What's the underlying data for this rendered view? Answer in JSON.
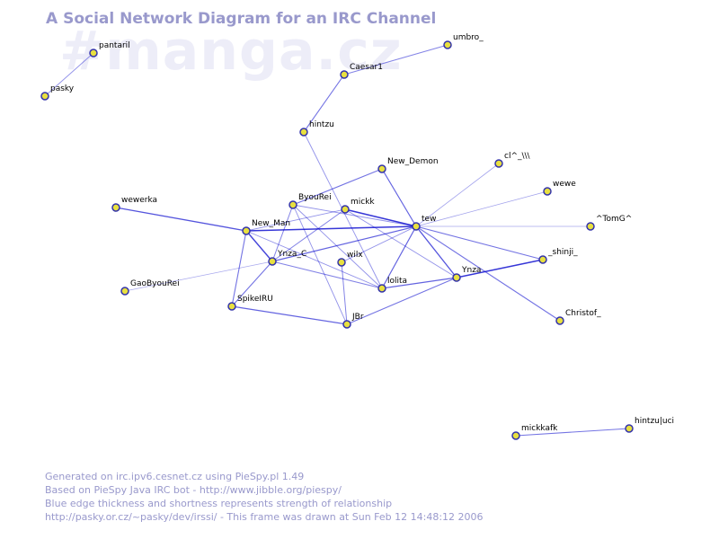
{
  "title": "A Social Network Diagram for an IRC Channel",
  "channel_watermark": "#manga.cz",
  "footer_lines": [
    "Generated on irc.ipv6.cesnet.cz using PieSpy.pl 1.49",
    "Based on PieSpy Java IRC bot - http://www.jibble.org/piespy/",
    "Blue edge thickness and shortness represents strength of relationship",
    "http://pasky.or.cz/~pasky/dev/irssi/ - This frame was drawn at Sun Feb 12 14:48:12 2006"
  ],
  "colors": {
    "node_fill": "#e8e040",
    "node_stroke": "#3333aa",
    "edge": "#0000cc",
    "text": "#9999cc"
  },
  "nodes": [
    {
      "id": "pantaril",
      "label": "pantaril"
    },
    {
      "id": "pasky",
      "label": "pasky"
    },
    {
      "id": "umbro_",
      "label": "umbro_"
    },
    {
      "id": "Caesar1",
      "label": "Caesar1"
    },
    {
      "id": "hintzu",
      "label": "hintzu"
    },
    {
      "id": "New_Demon",
      "label": "New_Demon"
    },
    {
      "id": "cl^_\\\\\\",
      "label": "cl^_\\\\\\"
    },
    {
      "id": "wewe",
      "label": "wewe"
    },
    {
      "id": "wewerka",
      "label": "wewerka"
    },
    {
      "id": "ByouRei",
      "label": "ByouRei"
    },
    {
      "id": "mickk",
      "label": "mickk"
    },
    {
      "id": "tew",
      "label": "tew"
    },
    {
      "id": "^TomG^",
      "label": "^TomG^"
    },
    {
      "id": "New_Man",
      "label": "New_Man"
    },
    {
      "id": "Ynza_C",
      "label": "Ynza_C"
    },
    {
      "id": "wilx",
      "label": "wilx"
    },
    {
      "id": "_shinji_",
      "label": "_shinji_"
    },
    {
      "id": "GaoByouRei",
      "label": "GaoByouRei"
    },
    {
      "id": "lolita",
      "label": "lolita"
    },
    {
      "id": "Ynza",
      "label": "Ynza"
    },
    {
      "id": "SpikeIRU",
      "label": "SpikeIRU"
    },
    {
      "id": "Christof_",
      "label": "Christof_"
    },
    {
      "id": "JBr",
      "label": "JBr"
    },
    {
      "id": "mickkafk",
      "label": "mickkafk"
    },
    {
      "id": "hintzu|uci",
      "label": "hintzu|uci"
    }
  ],
  "edges": [
    {
      "source": "pantaril",
      "target": "pasky",
      "strength": 0.3
    },
    {
      "source": "umbro_",
      "target": "Caesar1",
      "strength": 0.4
    },
    {
      "source": "Caesar1",
      "target": "hintzu",
      "strength": 0.5
    },
    {
      "source": "hintzu",
      "target": "lolita",
      "strength": 0.3
    },
    {
      "source": "New_Demon",
      "target": "tew",
      "strength": 0.6
    },
    {
      "source": "New_Demon",
      "target": "ByouRei",
      "strength": 0.5
    },
    {
      "source": "cl^_\\\\\\",
      "target": "tew",
      "strength": 0.2
    },
    {
      "source": "wewe",
      "target": "tew",
      "strength": 0.2
    },
    {
      "source": "^TomG^",
      "target": "tew",
      "strength": 0.15
    },
    {
      "source": "wewerka",
      "target": "New_Man",
      "strength": 0.7
    },
    {
      "source": "New_Man",
      "target": "tew",
      "strength": 0.9
    },
    {
      "source": "New_Man",
      "target": "Ynza_C",
      "strength": 0.8
    },
    {
      "source": "New_Man",
      "target": "SpikeIRU",
      "strength": 0.5
    },
    {
      "source": "New_Man",
      "target": "lolita",
      "strength": 0.3
    },
    {
      "source": "New_Man",
      "target": "mickk",
      "strength": 0.3
    },
    {
      "source": "mickk",
      "target": "tew",
      "strength": 0.9
    },
    {
      "source": "mickk",
      "target": "Ynza_C",
      "strength": 0.4
    },
    {
      "source": "mickk",
      "target": "Ynza",
      "strength": 0.3
    },
    {
      "source": "ByouRei",
      "target": "Ynza_C",
      "strength": 0.4
    },
    {
      "source": "ByouRei",
      "target": "JBr",
      "strength": 0.3
    },
    {
      "source": "ByouRei",
      "target": "tew",
      "strength": 0.3
    },
    {
      "source": "ByouRei",
      "target": "lolita",
      "strength": 0.3
    },
    {
      "source": "tew",
      "target": "Ynza_C",
      "strength": 0.6
    },
    {
      "source": "tew",
      "target": "lolita",
      "strength": 0.6
    },
    {
      "source": "tew",
      "target": "Ynza",
      "strength": 0.7
    },
    {
      "source": "tew",
      "target": "_shinji_",
      "strength": 0.5
    },
    {
      "source": "tew",
      "target": "Christof_",
      "strength": 0.5
    },
    {
      "source": "tew",
      "target": "wilx",
      "strength": 0.3
    },
    {
      "source": "Ynza_C",
      "target": "SpikeIRU",
      "strength": 0.5
    },
    {
      "source": "Ynza_C",
      "target": "lolita",
      "strength": 0.4
    },
    {
      "source": "Ynza_C",
      "target": "GaoByouRei",
      "strength": 0.15
    },
    {
      "source": "wilx",
      "target": "JBr",
      "strength": 0.4
    },
    {
      "source": "lolita",
      "target": "Ynza",
      "strength": 0.6
    },
    {
      "source": "Ynza",
      "target": "_shinji_",
      "strength": 0.9
    },
    {
      "source": "Ynza",
      "target": "JBr",
      "strength": 0.5
    },
    {
      "source": "SpikeIRU",
      "target": "JBr",
      "strength": 0.6
    },
    {
      "source": "mickkafk",
      "target": "hintzu|uci",
      "strength": 0.5
    }
  ]
}
